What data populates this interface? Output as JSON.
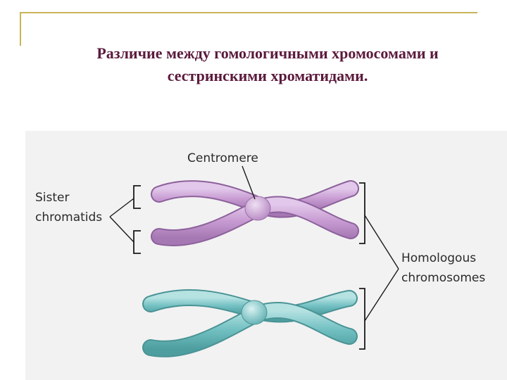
{
  "slide": {
    "title_line1": "Различие между гомологичными хромосомами и",
    "title_line2": "сестринскими хроматидами."
  },
  "diagram": {
    "labels": {
      "centromere": "Centromere",
      "sister_1": "Sister",
      "sister_2": "chromatids",
      "homologous_1": "Homologous",
      "homologous_2": "chromosomes"
    },
    "colors": {
      "chromosome_top": "#c79bd2",
      "chromosome_top_light": "#e2c8ea",
      "chromosome_bottom": "#72c0c2",
      "chromosome_bottom_light": "#b6e2e2",
      "title": "#5b1a3c",
      "accent": "#c8b35a"
    }
  }
}
